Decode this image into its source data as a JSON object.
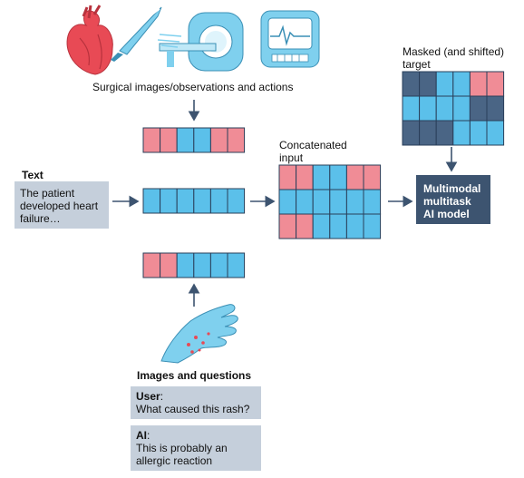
{
  "top_caption": "Surgical images/observations and actions",
  "text_section": {
    "title": "Text",
    "content": "The patient developed heart failure…"
  },
  "concat_label": "Concatenated input",
  "target_label": "Masked (and shifted) target",
  "model_label": "Multimodal multitask AI model",
  "images_questions": {
    "title": "Images and questions",
    "user_label": "User",
    "user_colon": ":",
    "user_question": "What caused this rash?",
    "ai_label": "AI",
    "ai_colon": ":",
    "ai_answer": "This is probably an allergic reaction"
  },
  "colors": {
    "blue": "#5bc0ea",
    "pink": "#f08c96",
    "masked": "#4a6585",
    "box_gray": "#c5cfdb",
    "model_dark": "#3d5470",
    "arrow": "#3d5470"
  },
  "icons": [
    "heart-icon",
    "scalpel-icon",
    "mri-scanner-icon",
    "monitor-icon",
    "rash-hand-icon"
  ],
  "rows": {
    "surgical_tokens": [
      "pink",
      "pink",
      "blue",
      "blue",
      "pink",
      "pink"
    ],
    "text_tokens": [
      "blue",
      "blue",
      "blue",
      "blue",
      "blue",
      "blue"
    ],
    "image_tokens": [
      "pink",
      "pink",
      "blue",
      "blue",
      "blue",
      "blue"
    ],
    "concat_grid": [
      [
        "pink",
        "pink",
        "blue",
        "blue",
        "pink",
        "pink"
      ],
      [
        "blue",
        "blue",
        "blue",
        "blue",
        "blue",
        "blue"
      ],
      [
        "pink",
        "pink",
        "blue",
        "blue",
        "blue",
        "blue"
      ]
    ],
    "target_grid": [
      [
        "masked",
        "masked",
        "blue",
        "blue",
        "pink",
        "pink"
      ],
      [
        "blue",
        "blue",
        "blue",
        "blue",
        "masked",
        "masked"
      ],
      [
        "masked",
        "masked",
        "masked",
        "blue",
        "blue",
        "blue"
      ]
    ]
  }
}
